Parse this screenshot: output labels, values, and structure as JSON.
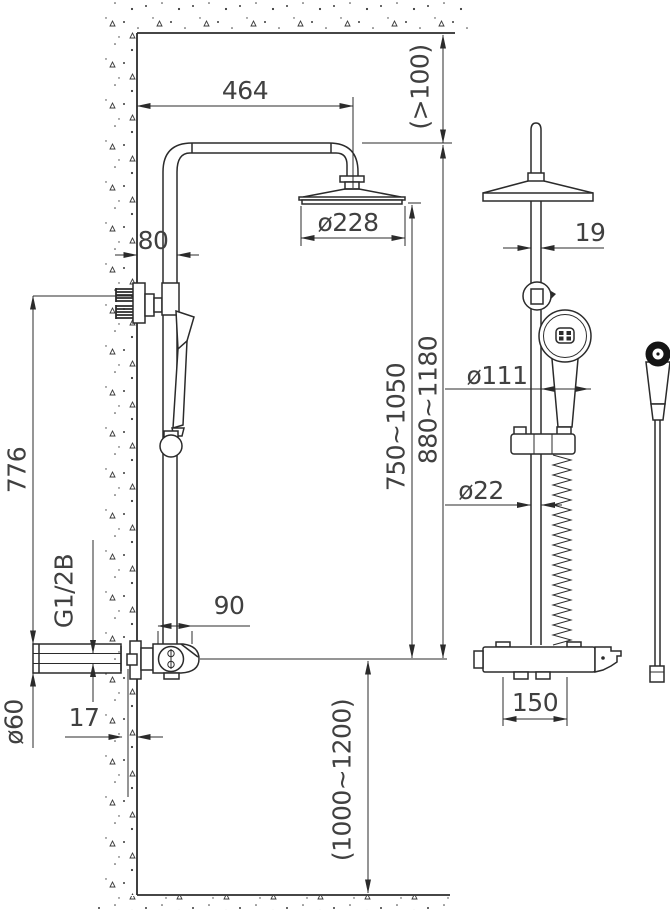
{
  "front": {
    "d464": "464",
    "dgt100": "(>100)",
    "d228": "ø228",
    "d80": "80",
    "d776": "776",
    "d750": "750~1050",
    "d880": "880~1180",
    "dg12": "G1/2B",
    "d90": "90",
    "d60": "ø60",
    "d17": "17",
    "d1000": "(1000~1200)"
  },
  "side": {
    "d19": "19",
    "d111": "ø111",
    "d22": "ø22",
    "d150": "150"
  },
  "colors": {
    "line": "#2b2b2b",
    "text": "#404040",
    "bg": "#ffffff"
  }
}
